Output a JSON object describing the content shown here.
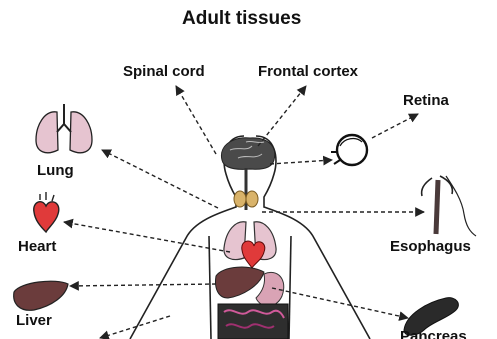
{
  "title": "Adult tissues",
  "tissues": {
    "spinal_cord": "Spinal cord",
    "frontal_cortex": "Frontal cortex",
    "retina": "Retina",
    "lung": "Lung",
    "heart": "Heart",
    "esophagus": "Esophagus",
    "liver": "Liver",
    "pancreas": "Pancreas"
  },
  "colors": {
    "text": "#111111",
    "arrow": "#222222",
    "brain": "#4a4a4a",
    "thyroid": "#d9b36a",
    "lung_fill": "#e6c4d0",
    "heart_fill": "#e03a3a",
    "liver_fill": "#6b3c3c",
    "stomach_fill": "#d9a3b5",
    "pancreas_fill": "#2a2a2a"
  },
  "icons": [
    "brain-icon",
    "lung-icon",
    "heart-icon",
    "liver-icon",
    "eye-icon",
    "esophagus-icon",
    "pancreas-icon",
    "thyroid-icon",
    "stomach-icon",
    "intestine-icon"
  ]
}
